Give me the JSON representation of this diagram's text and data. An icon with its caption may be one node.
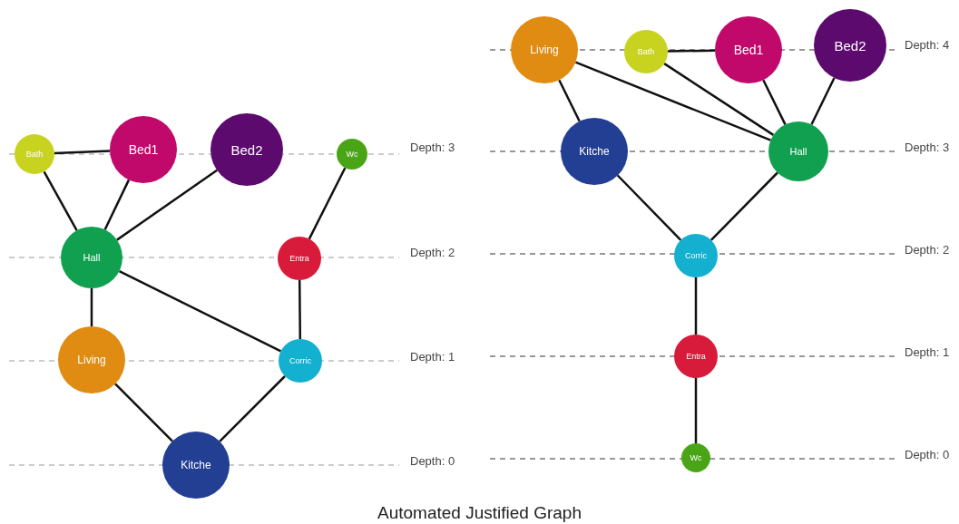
{
  "diagram": {
    "title": "Automated Justified Graph",
    "nodes": [
      {
        "text": [
          "Bath"
        ]
      },
      {
        "text": [
          "Bed1"
        ]
      },
      {
        "text": [
          "Bed2"
        ]
      },
      {
        "text": [
          "Wc"
        ]
      },
      {
        "text": [
          "Hall"
        ]
      },
      {
        "text": [
          "Entra"
        ]
      },
      {
        "text": [
          "Living"
        ]
      },
      {
        "text": [
          "Corric"
        ]
      },
      {
        "text": [
          "Kitche"
        ]
      },
      {
        "text": [
          "Living"
        ]
      },
      {
        "text": [
          "Bath"
        ]
      },
      {
        "text": [
          "Bed1"
        ]
      },
      {
        "text": [
          "Bed2"
        ]
      },
      {
        "text": [
          "Kitche"
        ]
      },
      {
        "text": [
          "Hall"
        ]
      },
      {
        "text": [
          "Corric"
        ]
      },
      {
        "text": [
          "Entra"
        ]
      },
      {
        "text": [
          "Wc"
        ]
      }
    ],
    "edges": [
      {
        "from": 0,
        "to": 1,
        "arrow": "none"
      },
      {
        "from": 0,
        "to": 4,
        "arrow": "none"
      },
      {
        "from": 1,
        "to": 4,
        "arrow": "none"
      },
      {
        "from": 2,
        "to": 4,
        "arrow": "none"
      },
      {
        "from": 3,
        "to": 5,
        "arrow": "none"
      },
      {
        "from": 4,
        "to": 6,
        "arrow": "none"
      },
      {
        "from": 4,
        "to": 7,
        "arrow": "none"
      },
      {
        "from": 5,
        "to": 7,
        "arrow": "none"
      },
      {
        "from": 6,
        "to": 8,
        "arrow": "none"
      },
      {
        "from": 7,
        "to": 8,
        "arrow": "none"
      },
      {
        "from": 9,
        "to": 13,
        "arrow": "none"
      },
      {
        "from": 9,
        "to": 14,
        "arrow": "none"
      },
      {
        "from": 10,
        "to": 11,
        "arrow": "none"
      },
      {
        "from": 10,
        "to": 14,
        "arrow": "none"
      },
      {
        "from": 11,
        "to": 14,
        "arrow": "none"
      },
      {
        "from": 12,
        "to": 14,
        "arrow": "none"
      },
      {
        "from": 13,
        "to": 15,
        "arrow": "none"
      },
      {
        "from": 14,
        "to": 15,
        "arrow": "none"
      },
      {
        "from": 15,
        "to": 16,
        "arrow": "none"
      },
      {
        "from": 16,
        "to": 17,
        "arrow": "none"
      }
    ],
    "labels": [
      "Depth: 4",
      "Depth: 3",
      "Depth: 3",
      "Depth: 2",
      "Depth: 2",
      "Depth: 1",
      "Depth: 1",
      "Depth: 0",
      "Depth: 0"
    ]
  }
}
